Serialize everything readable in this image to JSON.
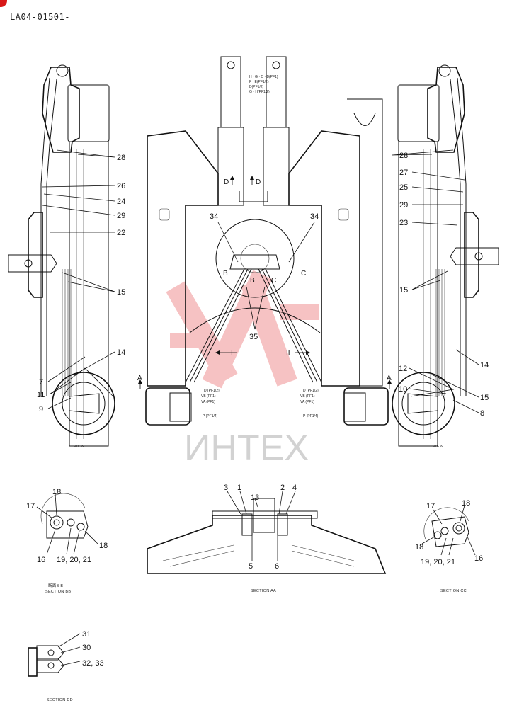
{
  "header": {
    "part_code": "LA04-01501-"
  },
  "watermark": {
    "text": "ИНТЕХ",
    "color": "#e0282a"
  },
  "accent": {
    "corner_dot": "#d81818"
  },
  "callouts": {
    "c28l": "28",
    "c26": "26",
    "c24": "24",
    "c29l": "29",
    "c22": "22",
    "c15l": "15",
    "c14l": "14",
    "c7": "7",
    "c11": "11",
    "c9": "9",
    "c34l": "34",
    "c34r": "34",
    "c35": "35",
    "c28r": "28",
    "c27": "27",
    "c25": "25",
    "c29r": "29",
    "c23": "23",
    "c15r": "15",
    "c14r": "14",
    "c12": "12",
    "c15r2": "15",
    "c10": "10",
    "c8": "8",
    "bb17": "17",
    "bb18a": "18",
    "bb18b": "18",
    "bb16": "16",
    "bb192021": "19, 20, 21",
    "aa3": "3",
    "aa1": "1",
    "aa13": "13",
    "aa2": "2",
    "aa4": "4",
    "aa5": "5",
    "aa6": "6",
    "cc17": "17",
    "cc18a": "18",
    "cc18b": "18",
    "cc192021": "19, 20, 21",
    "cc16": "16",
    "dd31": "31",
    "dd30": "30",
    "dd3233": "32, 33"
  },
  "markers": {
    "dL": "D",
    "dR": "D",
    "bL": "B",
    "bR": "B",
    "cL": "C",
    "cR": "C",
    "aL": "A",
    "aR": "A",
    "secI": "I",
    "secII": "II"
  },
  "port_labels": {
    "left": {
      "d": "D (PF1/2)",
      "vb": "VB (PF1)",
      "va": "VA (PF1)",
      "p": "P (PF1/4)"
    },
    "right": {
      "d": "D (PF1/2)",
      "vb": "VB (PF1)",
      "va": "VA (PF1)",
      "p": "P (PF1/4)"
    },
    "top": [
      "H · G · C · D(PF1)",
      "F · E(PF1/2)",
      "D(PF1/2)",
      "G · H(PF1/2)"
    ]
  },
  "captions": {
    "view_left": "VIEW",
    "view_right": "VIEW",
    "section_bb_jp": "断面B B",
    "section_bb": "SECTION BB",
    "section_aa": "SECTION AA",
    "section_cc": "SECTION CC",
    "section_dd": "SECTION DD"
  }
}
